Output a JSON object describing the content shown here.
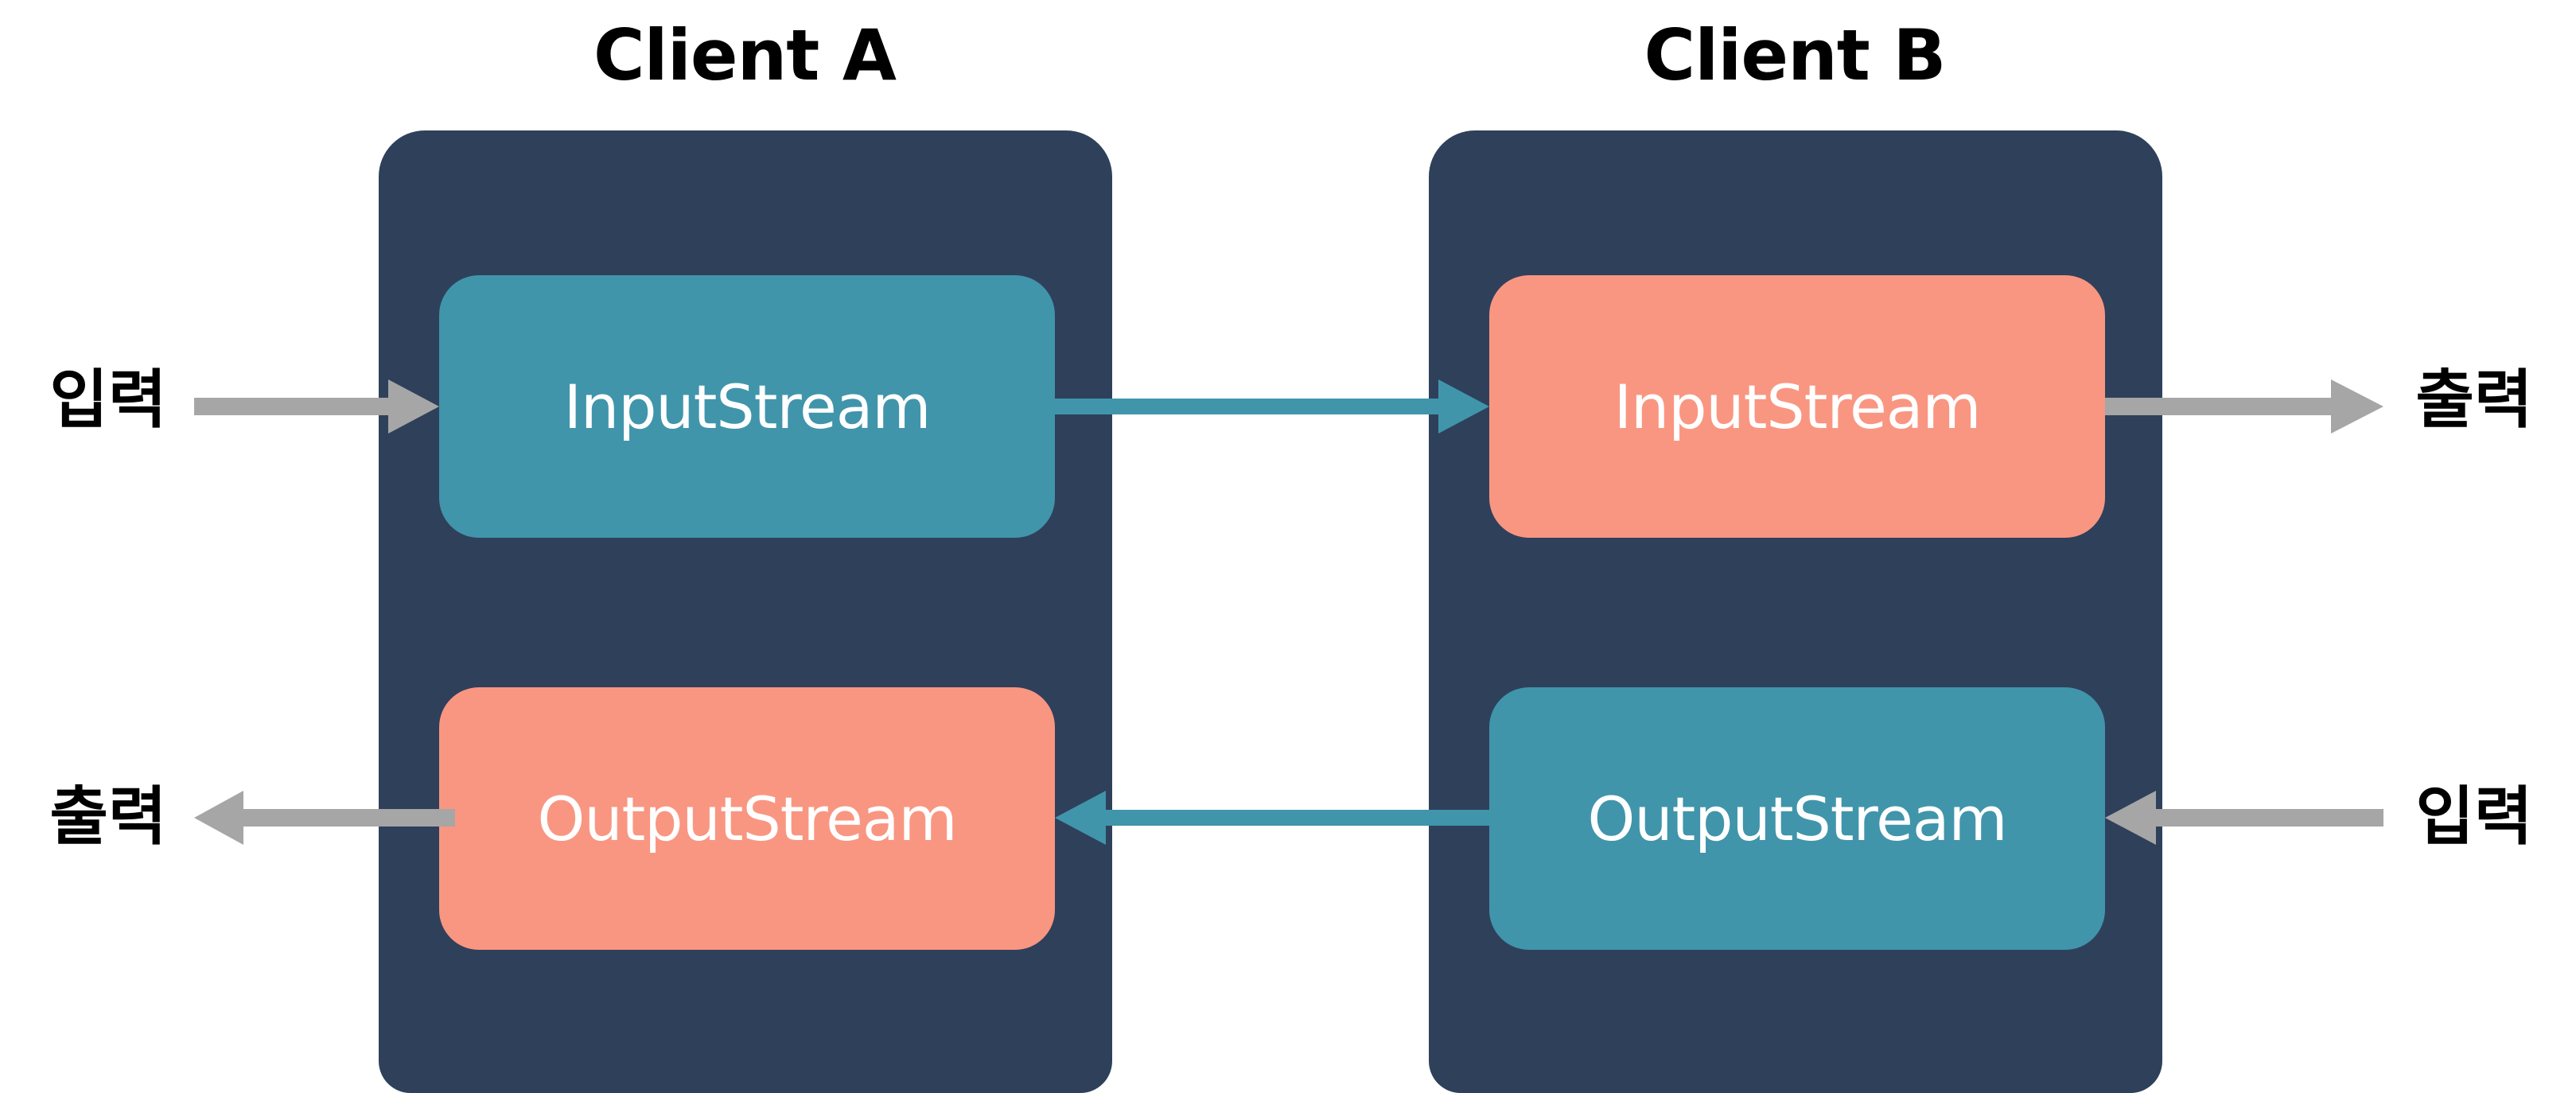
{
  "clients": {
    "a": {
      "title": "Client A",
      "input_stream": "InputStream",
      "output_stream": "OutputStream"
    },
    "b": {
      "title": "Client B",
      "input_stream": "InputStream",
      "output_stream": "OutputStream"
    }
  },
  "labels": {
    "left_top": "입력",
    "left_bottom": "출력",
    "right_top": "출력",
    "right_bottom": "입력"
  },
  "colors": {
    "panel": "#2f405b",
    "teal": "#4095ab",
    "salmon": "#f99681",
    "external_arrow": "#a6a6a6",
    "connection_arrow": "#4095ab",
    "background": "#ffffff"
  }
}
